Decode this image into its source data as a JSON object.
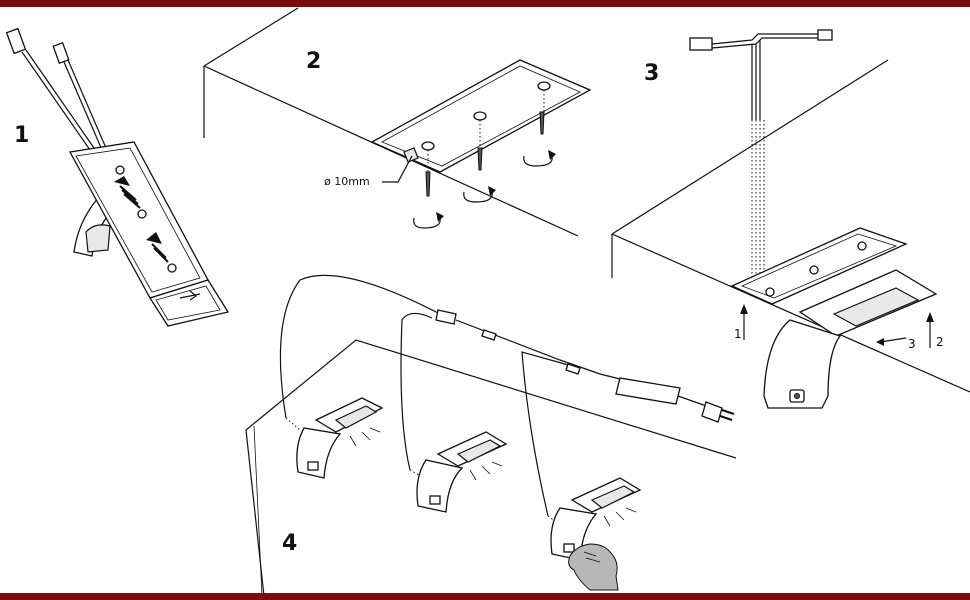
{
  "colors": {
    "frame_bar": "#7a0c0c",
    "line": "#111111",
    "hand": "#b8b8b8"
  },
  "steps": [
    {
      "number": "1"
    },
    {
      "number": "2"
    },
    {
      "number": "3"
    },
    {
      "number": "4"
    }
  ],
  "step2": {
    "drill_label": "ø 10mm"
  },
  "step3": {
    "arrow_labels": [
      "1",
      "2",
      "3"
    ]
  },
  "icons": [
    "rotation-arrow-icon",
    "push-arrow-icon",
    "hand-icon",
    "plug-icon",
    "connector-icon"
  ]
}
